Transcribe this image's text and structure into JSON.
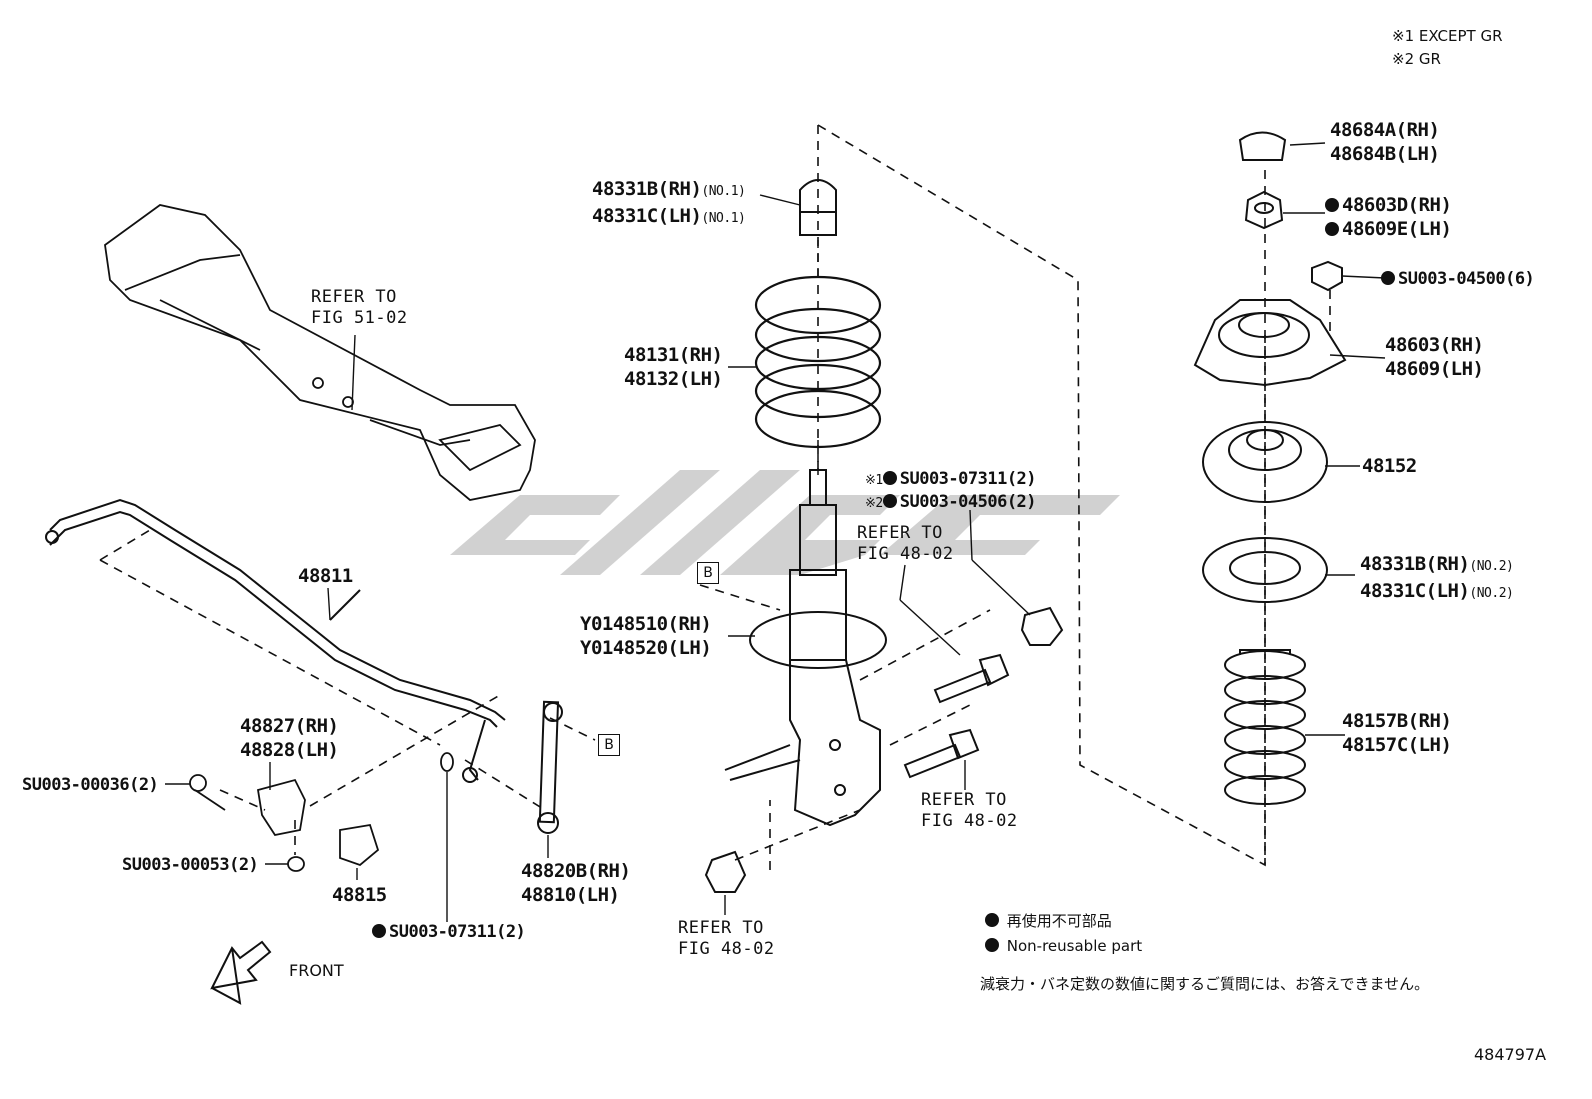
{
  "legend_top": [
    "※1 EXCEPT GR",
    "※2 GR"
  ],
  "parts": {
    "p48684": [
      "48684A(RH)",
      "48684B(LH)"
    ],
    "p48603D": [
      "48603D(RH)",
      "48609E(LH)"
    ],
    "su04500": "SU003-04500(6)",
    "p48603": [
      "48603(RH)",
      "48609(LH)"
    ],
    "p48152": "48152",
    "p48331no2": [
      "48331B(RH)",
      "48331C(LH)"
    ],
    "no2": "(NO.2)",
    "p48157": [
      "48157B(RH)",
      "48157C(LH)"
    ],
    "p48331no1": [
      "48331B(RH)",
      "48331C(LH)"
    ],
    "no1": "(NO.1)",
    "p48131": [
      "48131(RH)",
      "48132(LH)"
    ],
    "su07311_top": "SU003-07311(2)",
    "su04506": "SU003-04506(2)",
    "mark1": "※1",
    "mark2": "※2",
    "y0148": [
      "Y0148510(RH)",
      "Y0148520(LH)"
    ],
    "p48811": "48811",
    "p48827": [
      "48827(RH)",
      "48828(LH)"
    ],
    "su00036": "SU003-00036(2)",
    "su00053": "SU003-00053(2)",
    "p48815": "48815",
    "su07311_bottom": "SU003-07311(2)",
    "p48820": [
      "48820B(RH)",
      "48810(LH)"
    ]
  },
  "refs": {
    "ref51": [
      "REFER TO",
      "FIG 51-02"
    ],
    "ref48a": [
      "REFER TO",
      "FIG 48-02"
    ],
    "ref48b": [
      "REFER TO",
      "FIG 48-02"
    ],
    "ref48c": [
      "REFER TO",
      "FIG 48-02"
    ]
  },
  "box_label": "B",
  "front": "FRONT",
  "notes": {
    "jp_nonreusable": "再使用不可部品",
    "en_nonreusable": "Non-reusable part",
    "jp_disclaimer": "減衰力・バネ定数の数値に関するご質問には、お答えできません。"
  },
  "figure_code": "484797A",
  "colors": {
    "line": "#111111",
    "watermark": "#c8c8c8"
  }
}
